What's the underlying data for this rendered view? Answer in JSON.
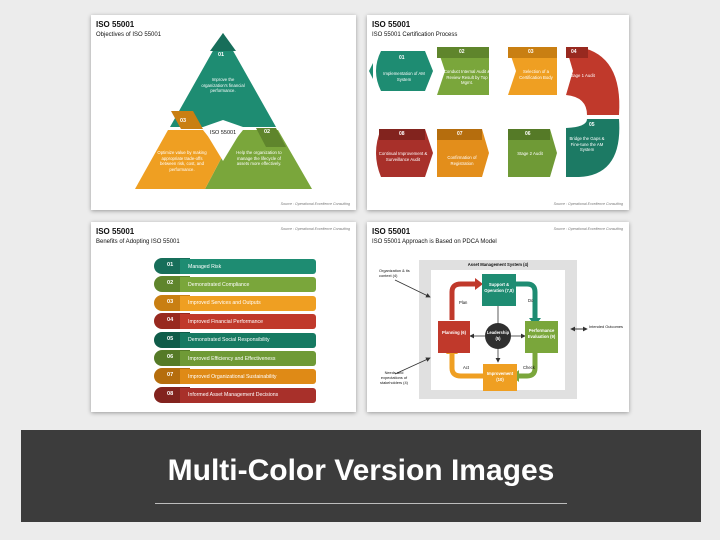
{
  "slide1": {
    "title": "ISO 55001",
    "subtitle": "Objectives of ISO 55001",
    "center": "ISO 55001",
    "items": [
      {
        "num": "01",
        "text": "Improve the organization's financial performance.",
        "color": "#1e8c72"
      },
      {
        "num": "02",
        "text": "Help the organization to manage the lifecycle of assets more effectively.",
        "color": "#7aa63b"
      },
      {
        "num": "03",
        "text": "Optimize value by making appropriate trade-offs between risk, cost, and performance.",
        "color": "#ef9f22"
      }
    ],
    "source": "Source : Operational Excellence Consulting"
  },
  "slide2": {
    "title": "ISO 55001",
    "subtitle": "ISO 55001 Certification Process",
    "steps": [
      {
        "num": "01",
        "text": "Implementation of AM System",
        "color": "#1e8c72"
      },
      {
        "num": "02",
        "text": "Conduct Internal Audit & Review Result by Top Mgmt.",
        "color": "#7aa63b"
      },
      {
        "num": "03",
        "text": "Selection of a Certification Body",
        "color": "#ef9f22"
      },
      {
        "num": "04",
        "text": "Stage 1 Audit",
        "color": "#c0392b"
      },
      {
        "num": "05",
        "text": "Bridge the Gaps & Fine-tune the AM System",
        "color": "#1c7a64"
      },
      {
        "num": "06",
        "text": "Stage 2 Audit",
        "color": "#6f9a36"
      },
      {
        "num": "07",
        "text": "Confirmation of Registration",
        "color": "#e38e1b"
      },
      {
        "num": "08",
        "text": "Continual Improvement & Surveillance Audit",
        "color": "#a8302a"
      }
    ],
    "source": "Source : Operational Excellence Consulting"
  },
  "slide3": {
    "title": "ISO 55001",
    "subtitle": "Benefits of Adopting ISO 55001",
    "items": [
      {
        "num": "01",
        "text": "Managed Risk",
        "color": "#1e8c72",
        "dark": "#176e5a"
      },
      {
        "num": "02",
        "text": "Demonstrated Compliance",
        "color": "#7aa63b",
        "dark": "#5f852c"
      },
      {
        "num": "03",
        "text": "Improved Services and Outputs",
        "color": "#ef9f22",
        "dark": "#c97f12"
      },
      {
        "num": "04",
        "text": "Improved Financial Performance",
        "color": "#c0392b",
        "dark": "#98291f"
      },
      {
        "num": "05",
        "text": "Demonstrated Social Responsibility",
        "color": "#167a62",
        "dark": "#0f5c49"
      },
      {
        "num": "06",
        "text": "Improved Efficiency and Effectiveness",
        "color": "#6f9a36",
        "dark": "#557a27"
      },
      {
        "num": "07",
        "text": "Improved Organizational Sustainability",
        "color": "#df8a16",
        "dark": "#b56d0d"
      },
      {
        "num": "08",
        "text": "Informed Asset Management Decisions",
        "color": "#a8302a",
        "dark": "#82231e"
      }
    ],
    "source": "Source : Operational Excellence Consulting"
  },
  "slide4": {
    "title": "ISO 55001",
    "subtitle": "ISO 55001 Approach is Based on PDCA Model",
    "system_label": "Asset Management System (4)",
    "boxes": {
      "support": "Support & Operation (7,8)",
      "planning": "Planning (6)",
      "leadership": "Leadership (5)",
      "performance": "Performance Evaluation (9)",
      "improvement": "Improvement (10)"
    },
    "colors": {
      "support": "#1e8c72",
      "planning": "#c0392b",
      "performance": "#7aa63b",
      "improvement": "#ef9f22",
      "leadership": "#2f2f2f"
    },
    "labels": {
      "plan": "Plan",
      "do": "Do",
      "check": "Check",
      "act": "Act"
    },
    "left_top": "Organization & its context (4)",
    "left_bottom": "Needs and expectations of stakeholders (4)",
    "right": "Intended Outcomes",
    "source": "Source : Operational Excellence Consulting"
  },
  "banner": {
    "text": "Multi-Color Version Images"
  }
}
